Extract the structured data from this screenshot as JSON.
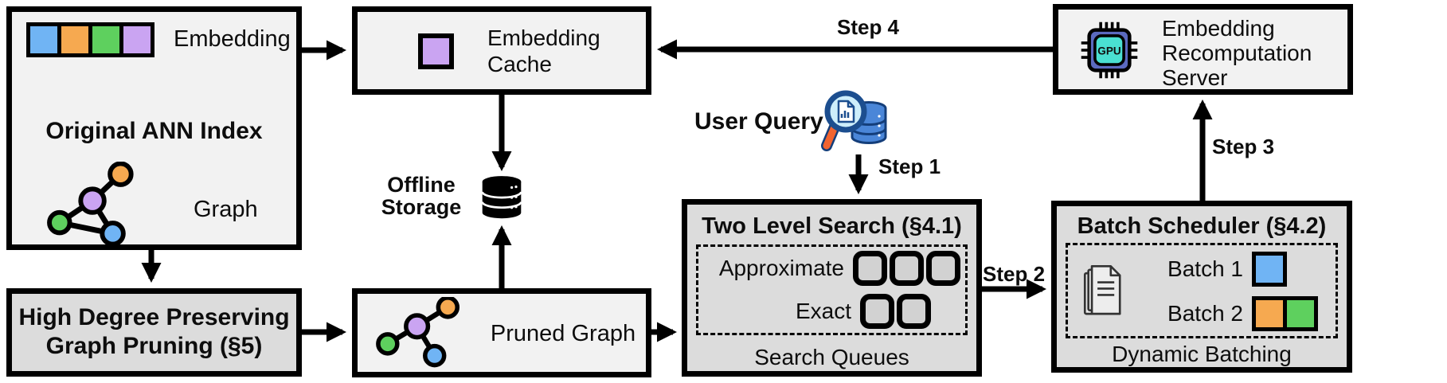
{
  "colors": {
    "blue": "#70b4f4",
    "orange": "#f6a950",
    "green": "#5ed05e",
    "purple": "#caa4f2",
    "box_light": "#f2f2f2",
    "box_gray": "#dcdcdc",
    "queue_slot_fill": "#d2d2d2",
    "arrow_black": "#000000",
    "gpu_chip_body": "#5b6abf",
    "gpu_chip_core": "#4ae0d2",
    "query_db_blue": "#4a86d8",
    "magnifier_lens": "#cdeefb",
    "magnifier_handle": "#f26430"
  },
  "ann_index": {
    "embedding_label": "Embedding",
    "title": "Original ANN Index",
    "graph_label": "Graph"
  },
  "embedding_cache": {
    "label": "Embedding Cache"
  },
  "offline_storage": {
    "label": "Offline Storage"
  },
  "user_query": {
    "label": "User Query"
  },
  "steps": {
    "step1": "Step 1",
    "step2": "Step 2",
    "step3": "Step 3",
    "step4": "Step 4"
  },
  "two_level_search": {
    "title": "Two Level Search (§4.1)",
    "rows": [
      {
        "label": "Approximate",
        "slots": 3
      },
      {
        "label": "Exact",
        "slots": 2
      }
    ],
    "footer": "Search Queues"
  },
  "batch_scheduler": {
    "title": "Batch Scheduler (§4.2)",
    "rows": [
      {
        "label": "Batch 1",
        "colors": [
          "blue"
        ]
      },
      {
        "label": "Batch 2",
        "colors": [
          "orange",
          "green"
        ]
      }
    ],
    "footer": "Dynamic Batching"
  },
  "recomputation_server": {
    "label": "Embedding Recomputation Server",
    "chip_label": "GPU"
  },
  "graph_pruning": {
    "title_line1": "High Degree Preserving",
    "title_line2": "Graph Pruning (§5)"
  },
  "pruned_graph": {
    "label": "Pruned Graph"
  }
}
